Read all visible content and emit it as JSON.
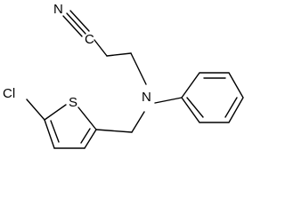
{
  "molecule": {
    "atom_labels": {
      "nitrile_n": "N",
      "nitrile_c": "C",
      "amine_n": "N",
      "thiophene_s": "S",
      "chlorine": "Cl"
    },
    "colors": {
      "bond": "#000000",
      "text": "#000000",
      "background": "#ffffff"
    }
  }
}
